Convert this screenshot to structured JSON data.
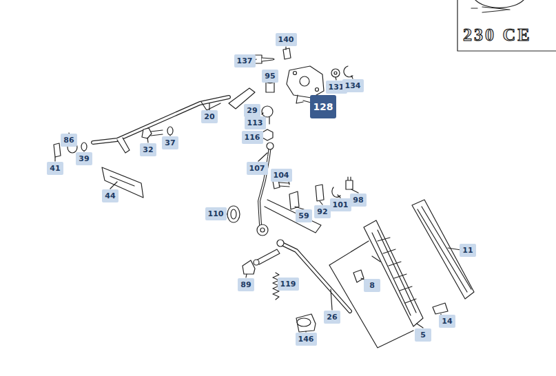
{
  "diagram": {
    "nodes": [
      {
        "text": [
          "140"
        ]
      },
      {
        "text": [
          "137"
        ]
      },
      {
        "text": [
          "95"
        ]
      },
      {
        "text": [
          "131"
        ]
      },
      {
        "text": [
          "134"
        ]
      },
      {
        "text": [
          "128"
        ]
      },
      {
        "text": [
          "29"
        ]
      },
      {
        "text": [
          "20"
        ]
      },
      {
        "text": [
          "113"
        ]
      },
      {
        "text": [
          "116"
        ]
      },
      {
        "text": [
          "86"
        ]
      },
      {
        "text": [
          "37"
        ]
      },
      {
        "text": [
          "32"
        ]
      },
      {
        "text": [
          "39"
        ]
      },
      {
        "text": [
          "41"
        ]
      },
      {
        "text": [
          "107"
        ]
      },
      {
        "text": [
          "104"
        ]
      },
      {
        "text": [
          "44"
        ]
      },
      {
        "text": [
          "98"
        ]
      },
      {
        "text": [
          "101"
        ]
      },
      {
        "text": [
          "92"
        ]
      },
      {
        "text": [
          "110"
        ]
      },
      {
        "text": [
          "59"
        ]
      },
      {
        "text": [
          "11"
        ]
      },
      {
        "text": [
          "119"
        ]
      },
      {
        "text": [
          "89"
        ]
      },
      {
        "text": [
          "8"
        ]
      },
      {
        "text": [
          "26"
        ]
      },
      {
        "text": [
          "14"
        ]
      },
      {
        "text": [
          "5"
        ]
      },
      {
        "text": [
          "146"
        ]
      }
    ],
    "labels": [
      "230 CE"
    ]
  }
}
